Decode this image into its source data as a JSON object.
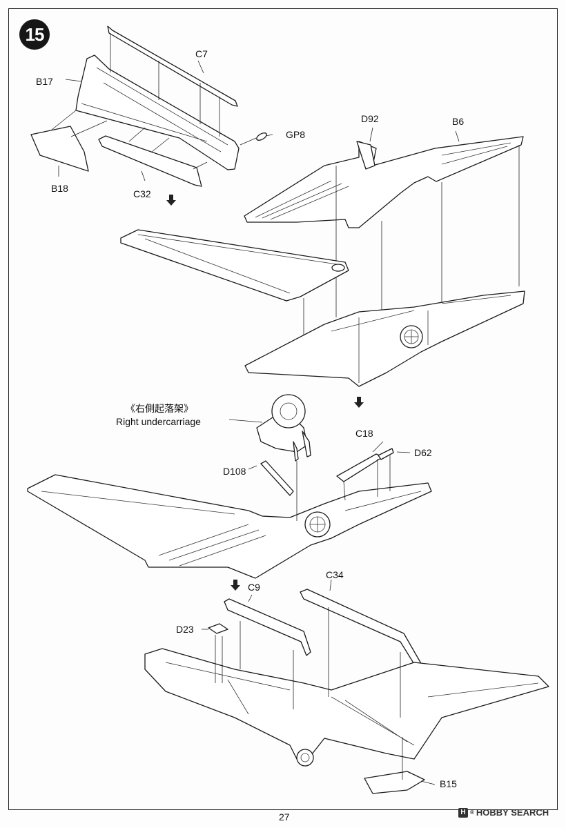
{
  "step": {
    "number": "15"
  },
  "labels": {
    "c7": "C7",
    "b17": "B17",
    "gp8": "GP8",
    "b18": "B18",
    "c32": "C32",
    "d92": "D92",
    "b6": "B6",
    "c18": "C18",
    "d62": "D62",
    "d108": "D108",
    "c9": "C9",
    "c34": "C34",
    "d23": "D23",
    "b15": "B15"
  },
  "callout": {
    "cn": "《右側起落架》",
    "en": "Right undercarriage"
  },
  "footer": {
    "page_number": "27",
    "watermark_brand": "HOBBY SEARCH",
    "watermark_mark": "H",
    "watermark_reg": "®"
  }
}
